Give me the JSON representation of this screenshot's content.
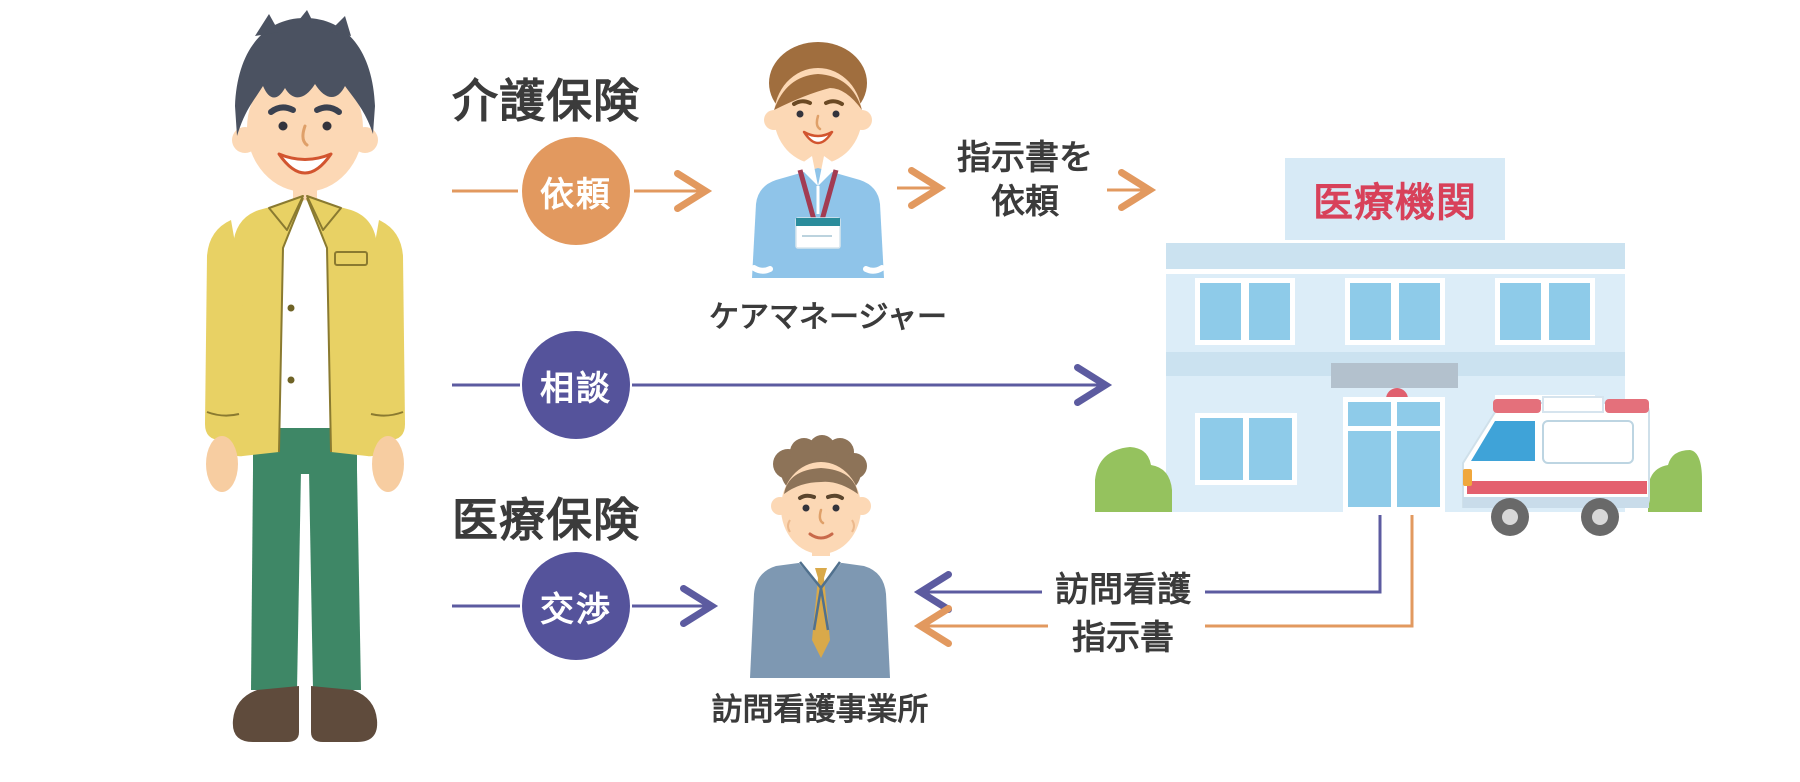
{
  "labels": {
    "care_insurance": "介護保険",
    "medical_insurance": "医療保険"
  },
  "badges": {
    "request": "依頼",
    "consult": "相談",
    "negotiate": "交渉"
  },
  "flow": {
    "order_request": {
      "line1": "指示書を",
      "line2": "依頼"
    },
    "nursing_order": {
      "line1": "訪問看護",
      "line2": "指示書"
    }
  },
  "entities": {
    "care_manager": {
      "label": "ケアマネージャー"
    },
    "nursing_office": {
      "label": "訪問看護事業所"
    },
    "hospital": {
      "label": "医療機関"
    }
  },
  "icons": {
    "patient": "patient-person-illustration",
    "care_manager": "care-manager-person-illustration",
    "nursing_office": "suit-man-person-illustration",
    "hospital": "hospital-building-illustration",
    "ambulance": "ambulance-illustration"
  },
  "colors": {
    "orange": "#e2995f",
    "purple": "#55539b",
    "arrow_purple": "#5c5ba0",
    "heading": "#3b3b3b",
    "hospital_red": "#d8415a",
    "hospital_wall": "#dcedf8",
    "hospital_band": "#cbe2f0",
    "window_blue": "#8ecbe9",
    "sign_bg": "#d7eaf6",
    "bush_green": "#95c25e",
    "ambulance_red": "#e4606e"
  }
}
